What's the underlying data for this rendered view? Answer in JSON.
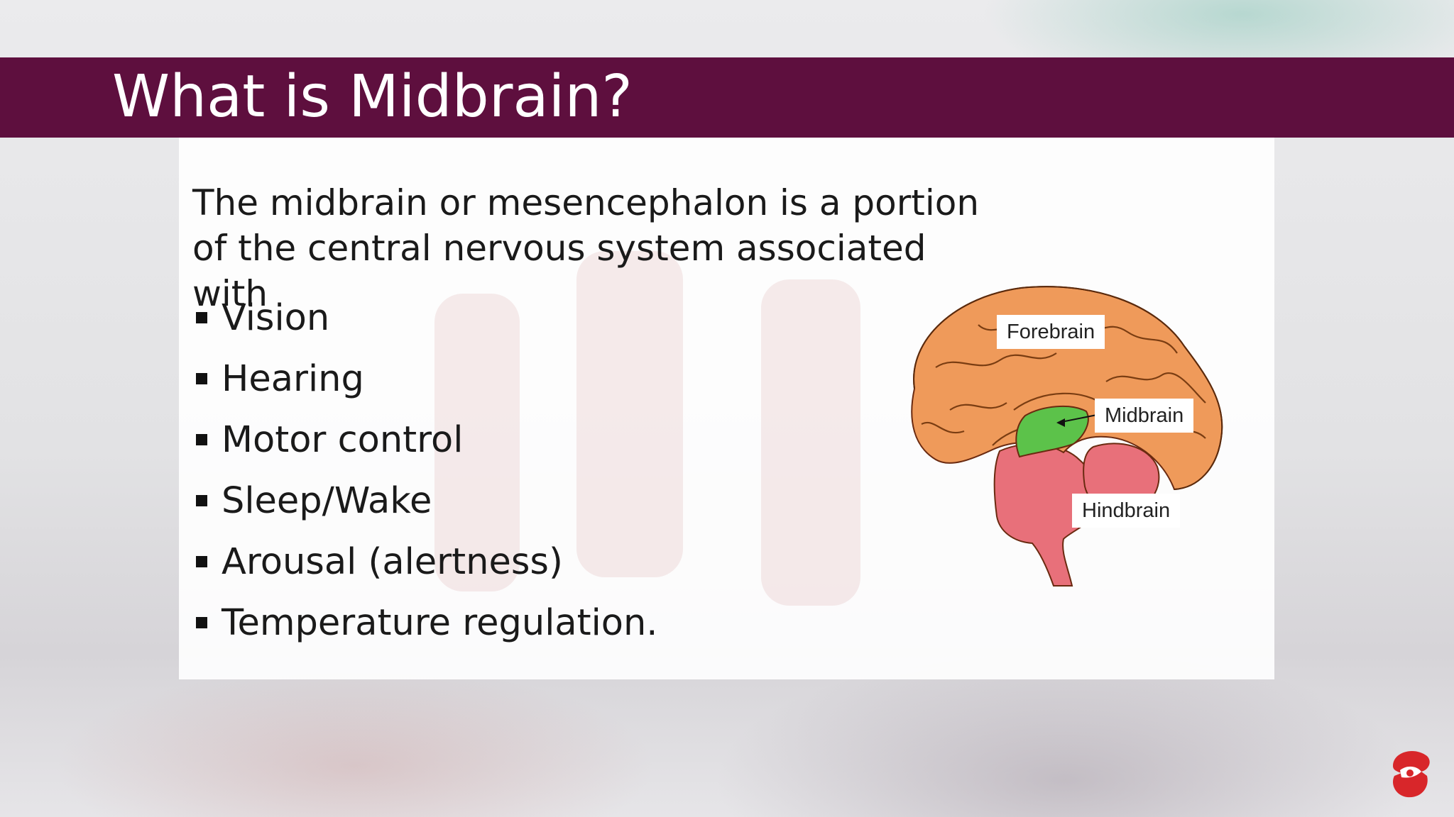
{
  "slide": {
    "title": "What is Midbrain?",
    "intro": "The midbrain or mesencephalon is a portion of the central nervous system associated with",
    "bullets": [
      "Vision",
      "Hearing",
      "Motor control",
      "Sleep/Wake",
      "Arousal (alertness)",
      "Temperature regulation."
    ]
  },
  "diagram": {
    "labels": {
      "forebrain": "Forebrain",
      "midbrain": "Midbrain",
      "hindbrain": "Hindbrain"
    },
    "colors": {
      "forebrain": "#ef9a5a",
      "midbrain": "#5cc24a",
      "hindbrain": "#e8707a"
    }
  },
  "theme": {
    "title_bar": "#5e0f3e"
  },
  "logo": {
    "icon": "brand-logo-icon"
  }
}
